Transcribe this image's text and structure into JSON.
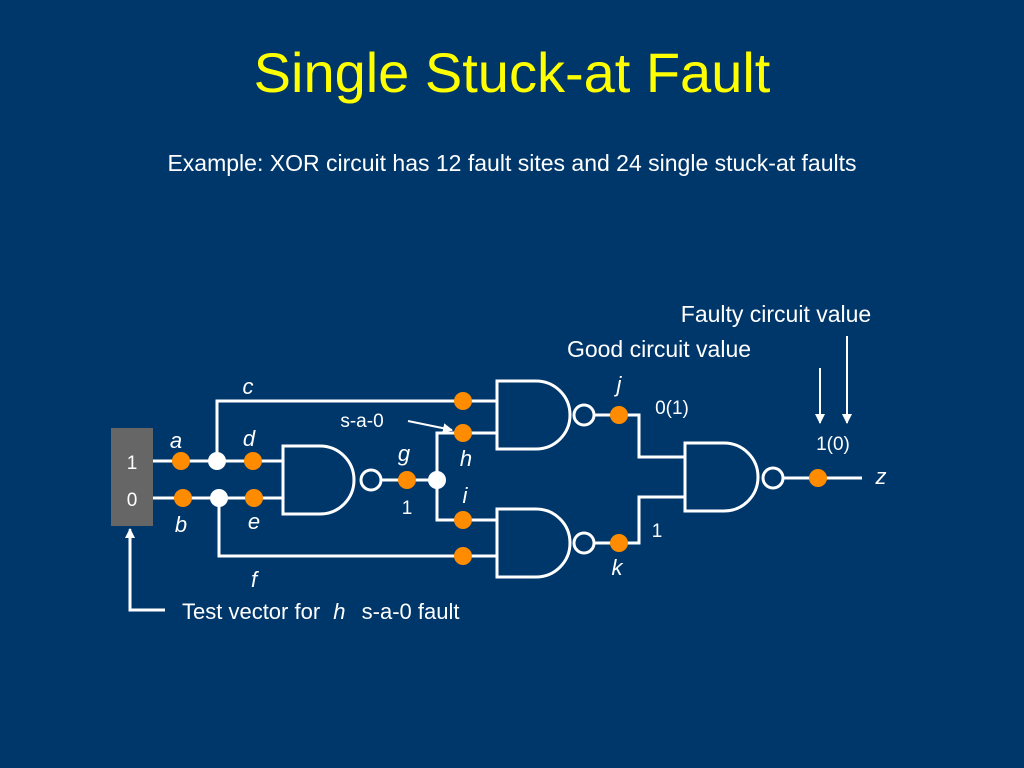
{
  "title": "Single Stuck-at Fault",
  "subtitle": "Example: XOR circuit has 12 fault sites and 24 single stuck-at faults",
  "colors": {
    "background": "#00376b",
    "title": "#ffff00",
    "wire": "#ffffff",
    "fault_site": "#ff8c00",
    "input_box": "#666666"
  },
  "circuit": {
    "inputs": {
      "a_value": "1",
      "b_value": "0"
    },
    "signals": {
      "a": "a",
      "b": "b",
      "c": "c",
      "d": "d",
      "e": "e",
      "f": "f",
      "g": "g",
      "h": "h",
      "i": "i",
      "j": "j",
      "k": "k",
      "z": "z"
    },
    "values": {
      "g": "1",
      "j": "0(1)",
      "k": "1",
      "z": "1(0)"
    },
    "fault_label": "s-a-0",
    "faulty_label": "Faulty circuit value",
    "good_label": "Good circuit value",
    "test_vector": {
      "prefix": "Test vector for",
      "signal": "h",
      "suffix": "s-a-0 fault"
    }
  }
}
